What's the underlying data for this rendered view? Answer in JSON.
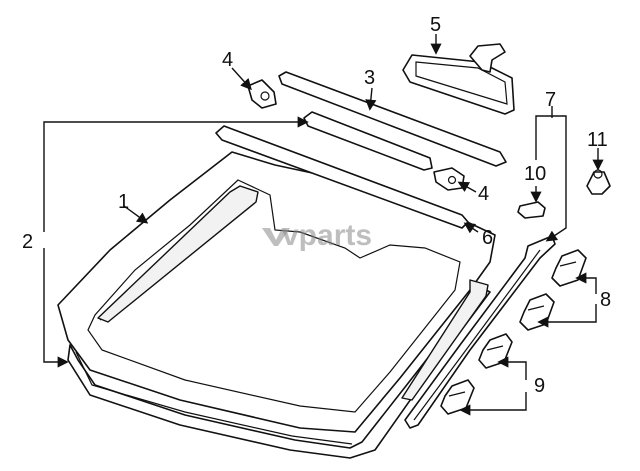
{
  "watermark": "vparts",
  "callouts": [
    {
      "id": "c1",
      "label": "1"
    },
    {
      "id": "c2",
      "label": "2"
    },
    {
      "id": "c3",
      "label": "3"
    },
    {
      "id": "c4a",
      "label": "4"
    },
    {
      "id": "c4b",
      "label": "4"
    },
    {
      "id": "c5",
      "label": "5"
    },
    {
      "id": "c6",
      "label": "6"
    },
    {
      "id": "c7",
      "label": "7"
    },
    {
      "id": "c8",
      "label": "8"
    },
    {
      "id": "c9",
      "label": "9"
    },
    {
      "id": "c10",
      "label": "10"
    },
    {
      "id": "c11",
      "label": "11"
    }
  ]
}
